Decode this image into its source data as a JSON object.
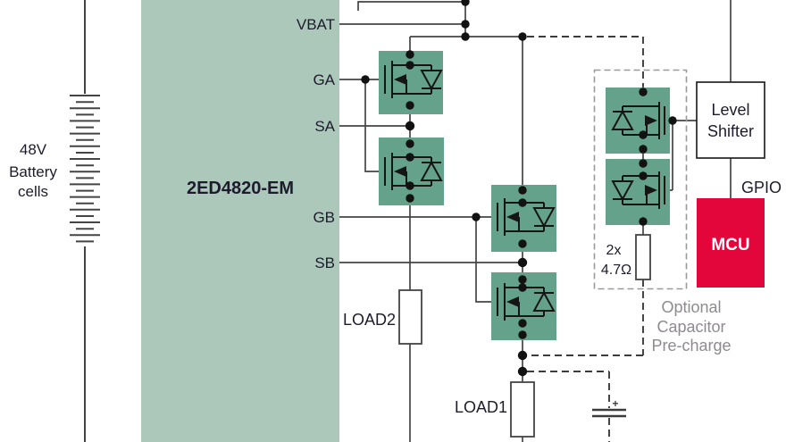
{
  "diagram_title": "2ED4820-EM 48V battery switch application schematic",
  "colors": {
    "chip_teal": "#ABC8BB",
    "mosfet_teal": "#64A28B",
    "mcu_red": "#E2063B",
    "wire": "#444444",
    "symbol_black": "#151515",
    "note_gray": "#8E8A90",
    "dashed_outline_gray": "#9A9A9A",
    "text_dark": "#1D1B2C"
  },
  "battery": {
    "label_lines": [
      "48V",
      "Battery",
      "cells"
    ]
  },
  "chip": {
    "label": "2ED4820-EM",
    "pins": [
      "VBAT",
      "GA",
      "SA",
      "GB",
      "SB"
    ]
  },
  "loads": {
    "load2_label": "LOAD2",
    "load1_label": "LOAD1"
  },
  "precharge": {
    "resistor_lines": [
      "2x",
      "4.7Ω"
    ],
    "note_lines": [
      "Optional",
      "Capacitor",
      "Pre-charge"
    ]
  },
  "level_shifter": {
    "label_lines": [
      "Level",
      "Shifter"
    ]
  },
  "mcu": {
    "label": "MCU",
    "gpio_label": "GPIO"
  },
  "capacitor": {
    "plus_label": "+"
  }
}
